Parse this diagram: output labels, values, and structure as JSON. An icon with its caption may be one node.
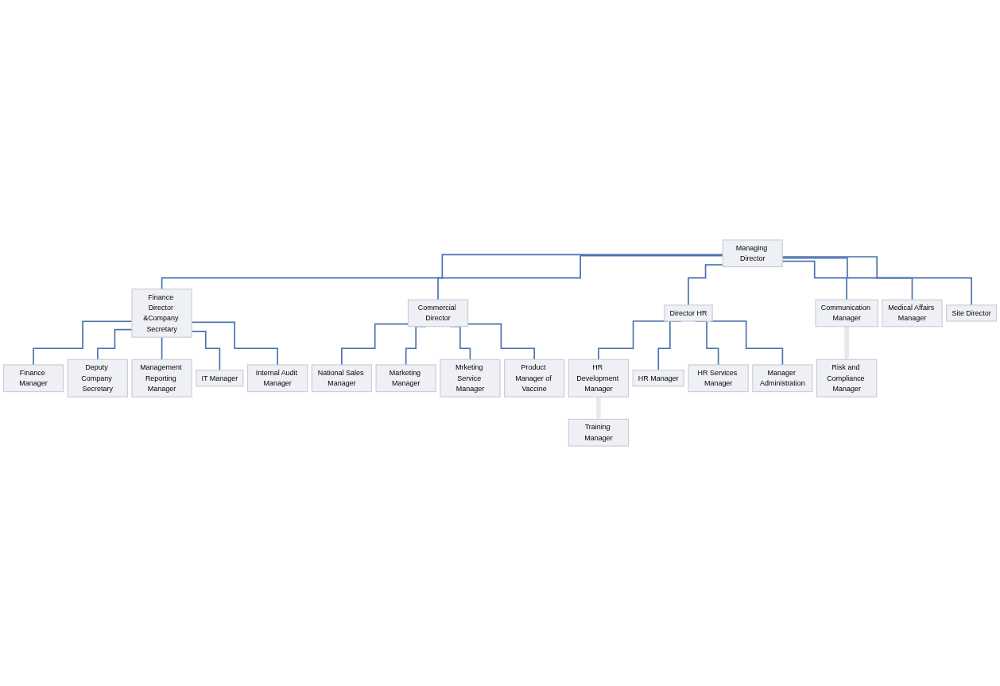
{
  "diagram": {
    "nodes": [
      {
        "text": [
          "Managing Director"
        ]
      },
      {
        "text": [
          "Finance Director &Company Secretary"
        ]
      },
      {
        "text": [
          "Commercial Director"
        ]
      },
      {
        "text": [
          "Director HR"
        ]
      },
      {
        "text": [
          "Communication Manager"
        ]
      },
      {
        "text": [
          "Medical Affairs Manager"
        ]
      },
      {
        "text": [
          "Site Director"
        ]
      },
      {
        "text": [
          "Finance Manager"
        ]
      },
      {
        "text": [
          "Deputy Company Secretary"
        ]
      },
      {
        "text": [
          "Management Reporting Manager"
        ]
      },
      {
        "text": [
          "IT Manager"
        ]
      },
      {
        "text": [
          "Internal Audit Manager"
        ]
      },
      {
        "text": [
          "National Sales Manager"
        ]
      },
      {
        "text": [
          "Marketing Manager"
        ]
      },
      {
        "text": [
          "Mrketing Service Manager"
        ]
      },
      {
        "text": [
          "Product Manager of Vaccine"
        ]
      },
      {
        "text": [
          "HR Development Manager"
        ]
      },
      {
        "text": [
          "HR Manager"
        ]
      },
      {
        "text": [
          "HR Services Manager"
        ]
      },
      {
        "text": [
          "Manager Administration"
        ]
      },
      {
        "text": [
          "Training Manager"
        ]
      },
      {
        "text": [
          "Risk and Compliance Manager"
        ]
      }
    ],
    "edges": [
      {
        "from": 0,
        "to": 1,
        "arrow": "none"
      },
      {
        "from": 0,
        "to": 2,
        "arrow": "none"
      },
      {
        "from": 0,
        "to": 3,
        "arrow": "none"
      },
      {
        "from": 0,
        "to": 4,
        "arrow": "none"
      },
      {
        "from": 0,
        "to": 5,
        "arrow": "none"
      },
      {
        "from": 0,
        "to": 6,
        "arrow": "none"
      },
      {
        "from": 1,
        "to": 7,
        "arrow": "none"
      },
      {
        "from": 1,
        "to": 8,
        "arrow": "none"
      },
      {
        "from": 1,
        "to": 9,
        "arrow": "none"
      },
      {
        "from": 1,
        "to": 10,
        "arrow": "none"
      },
      {
        "from": 1,
        "to": 11,
        "arrow": "none"
      },
      {
        "from": 2,
        "to": 12,
        "arrow": "none"
      },
      {
        "from": 2,
        "to": 13,
        "arrow": "none"
      },
      {
        "from": 2,
        "to": 14,
        "arrow": "none"
      },
      {
        "from": 2,
        "to": 15,
        "arrow": "none"
      },
      {
        "from": 3,
        "to": 16,
        "arrow": "none"
      },
      {
        "from": 3,
        "to": 17,
        "arrow": "none"
      },
      {
        "from": 3,
        "to": 18,
        "arrow": "none"
      },
      {
        "from": 3,
        "to": 19,
        "arrow": "none"
      },
      {
        "from": 16,
        "to": 20,
        "arrow": "to",
        "style": "thick",
        "color": "#e8e8e8"
      },
      {
        "from": 4,
        "to": 21,
        "arrow": "to",
        "style": "thick",
        "color": "#e8e8e8"
      }
    ]
  }
}
